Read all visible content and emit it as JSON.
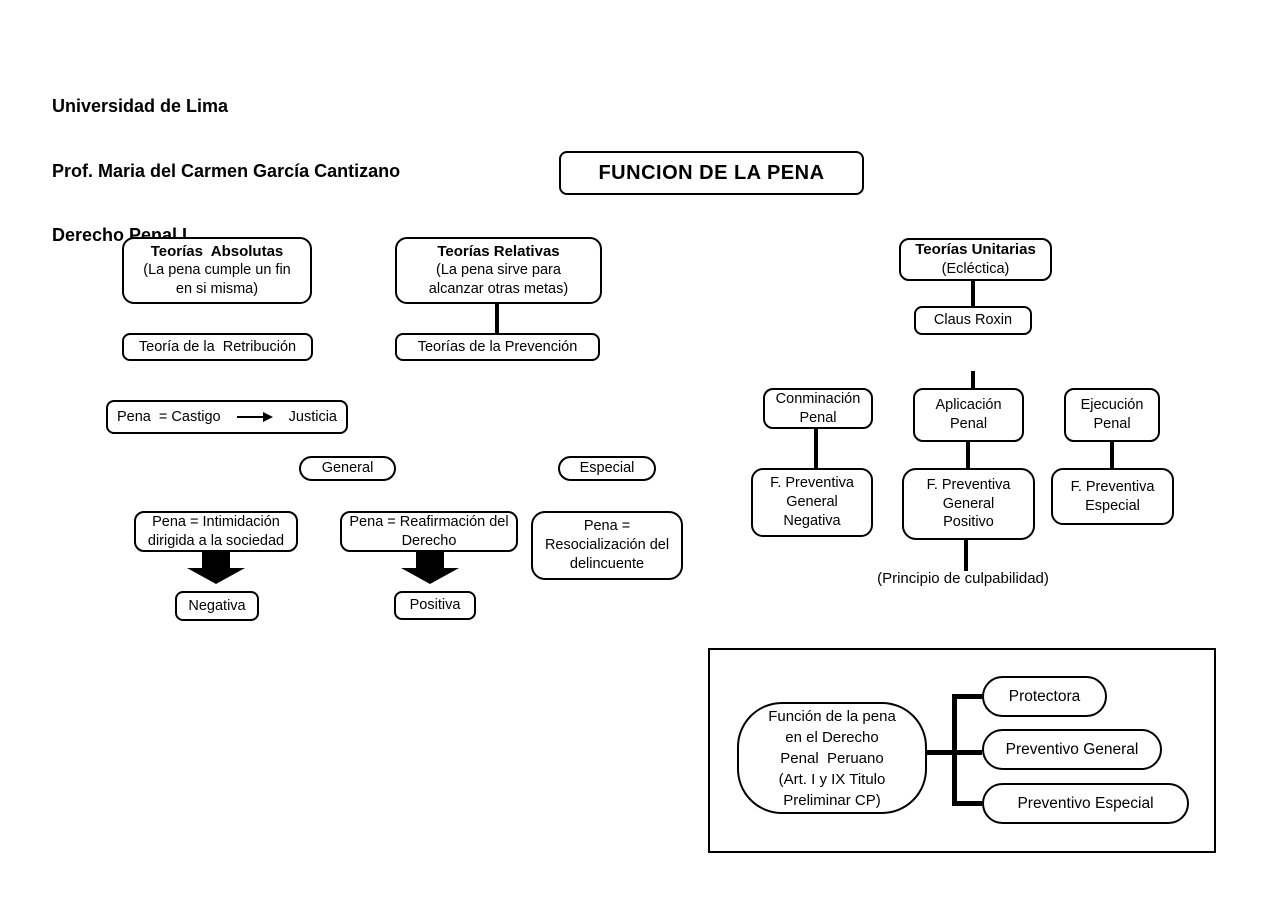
{
  "header": {
    "line1": "Universidad de Lima",
    "line2": "Prof. Maria del Carmen García Cantizano",
    "line3": "Derecho Penal I"
  },
  "title": "FUNCION DE LA PENA",
  "absolutas": {
    "title": "Teorías  Absolutas",
    "subtitle": "(La pena cumple un fin\nen si misma)",
    "child": "Teoría de la  Retribución",
    "equation_left": "Pena  = Castigo",
    "equation_right": "Justicia"
  },
  "relativas": {
    "title": "Teorías Relativas",
    "subtitle": "(La pena sirve para\nalcanzar otras metas)",
    "child": "Teorías de la Prevención",
    "general_label": "General",
    "especial_label": "Especial",
    "general": {
      "negative_box": "Pena = Intimidación\ndirigida a la sociedad",
      "negative_result": "Negativa",
      "positive_box": "Pena = Reafirmación del\nDerecho",
      "positive_result": "Positiva"
    },
    "especial_box": "Pena =\nResocialización del\ndelincuente"
  },
  "unitarias": {
    "title": "Teorías Unitarias",
    "subtitle": "(Ecléctica)",
    "author": "Claus Roxin",
    "stages": [
      {
        "label": "Conminación\nPenal",
        "function": "F. Preventiva\nGeneral\nNegativa"
      },
      {
        "label": "Aplicación\nPenal",
        "function": "F. Preventiva\nGeneral\nPositivo"
      },
      {
        "label": "Ejecución\nPenal",
        "function": "F. Preventiva\nEspecial"
      }
    ],
    "principle": "(Principio de culpabilidad)"
  },
  "peruvian": {
    "source": "Función de la pena\nen el Derecho\nPenal  Peruano\n(Art. I y IX Titulo\nPreliminar CP)",
    "functions": [
      "Protectora",
      "Preventivo General",
      "Preventivo Especial"
    ]
  },
  "colors": {
    "ink": "#000000",
    "paper": "#ffffff"
  }
}
